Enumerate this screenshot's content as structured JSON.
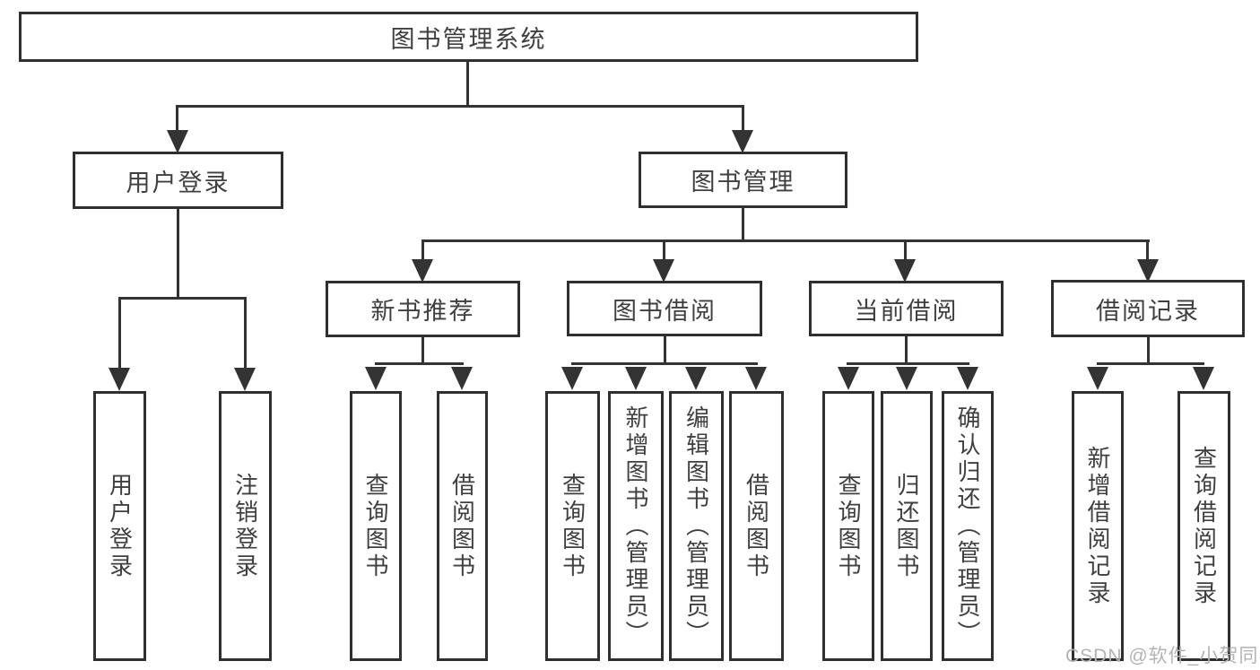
{
  "colors": {
    "line": "#333333",
    "box_border": "#2f2f2f",
    "text": "#3f3f3f",
    "watermark": "#b3b3b3",
    "background": "#ffffff"
  },
  "diagram": {
    "root": "图书管理系统",
    "branches": [
      {
        "label": "用户登录",
        "children": [
          "用户登录",
          "注销登录"
        ]
      },
      {
        "label": "图书管理",
        "groups": [
          {
            "label": "新书推荐",
            "children": [
              "查询图书",
              "借阅图书"
            ]
          },
          {
            "label": "图书借阅",
            "children": [
              "查询图书",
              "新增图书（管理员）",
              "编辑图书（管理员）",
              "借阅图书"
            ]
          },
          {
            "label": "当前借阅",
            "children": [
              "查询图书",
              "归还图书",
              "确认归还（管理员）"
            ]
          },
          {
            "label": "借阅记录",
            "children": [
              "新增借阅记录",
              "查询借阅记录"
            ]
          }
        ]
      }
    ],
    "watermark": "CSDN @软件_小贺同学"
  }
}
